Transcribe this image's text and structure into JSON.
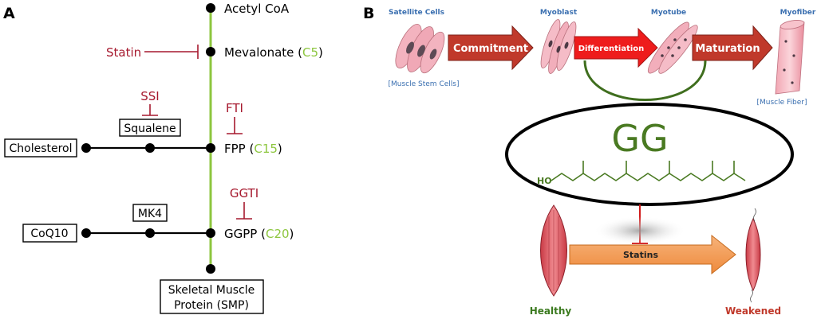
{
  "panel_a": {
    "label": "A",
    "pathway": {
      "acetyl": "Acetyl CoA",
      "mevalonate": "Mevalonate (",
      "mevalonate_c": "C5",
      "fpp": "FPP (",
      "fpp_c": "C15",
      "ggpp": "GGPP (",
      "ggpp_c": "C20",
      "close": ")",
      "smp_line1": "Skeletal Muscle",
      "smp_line2": "Protein (SMP)"
    },
    "inhibitors": {
      "statin": "Statin",
      "ssi": "SSI",
      "fti": "FTI",
      "ggti": "GGTI"
    },
    "branches": {
      "squalene": "Squalene",
      "cholesterol": "Cholesterol",
      "mk4": "MK4",
      "coq10": "CoQ10"
    },
    "colors": {
      "trunk": "#8dc63f",
      "inhibitor": "#a6192e",
      "carbon": "#8dc63f",
      "node": "#000000"
    }
  },
  "panel_b": {
    "label": "B",
    "stages": {
      "satellite": "Satellite Cells",
      "satellite_sub": "[Muscle Stem Cells]",
      "myoblast": "Myoblast",
      "myotube": "Myotube",
      "myofiber": "Myofiber",
      "myofiber_sub": "[Muscle Fiber]"
    },
    "arrows": {
      "commitment": "Commitment",
      "differentiation": "Differentiation",
      "maturation": "Maturation",
      "statins": "Statins"
    },
    "gg": {
      "title": "GG",
      "ho": "HO"
    },
    "outcomes": {
      "healthy": "Healthy",
      "weakened": "Weakened"
    },
    "colors": {
      "stage_label": "#3a6fb0",
      "arrow_red": "#c0392b",
      "arrow_bright": "#ee1c1c",
      "gg_green": "#4a7a22",
      "statin_orange": "#f39c4f",
      "healthy": "#3b7a1f",
      "weakened": "#c0392b",
      "muscle": "#e8606a"
    }
  }
}
